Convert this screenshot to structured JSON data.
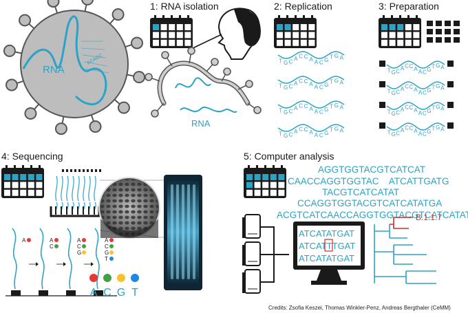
{
  "colors": {
    "accent": "#2aa3c6",
    "lineage": "#d42a2a",
    "dark": "#1a1a1a",
    "virus": "#bdbdbd"
  },
  "virus": {
    "label": "RNA",
    "letters": "ACAGC"
  },
  "steps": [
    {
      "label": "1: RNA isolation",
      "rna_label": "RNA"
    },
    {
      "label": "2: Replication"
    },
    {
      "label": "3: Preparation"
    },
    {
      "label": "4: Sequencing"
    },
    {
      "label": "5: Computer analysis"
    }
  ],
  "strand_letters": "TGCACCAACGTGA",
  "sequencing": {
    "strand_bases": [
      [
        "A"
      ],
      [
        "A",
        "C"
      ],
      [
        "A",
        "C",
        "G"
      ],
      [
        "A",
        "C",
        "G",
        "T"
      ]
    ],
    "bases": [
      {
        "letter": "A",
        "color": "#e53935"
      },
      {
        "letter": "C",
        "color": "#43a047"
      },
      {
        "letter": "G",
        "color": "#fbc02d"
      },
      {
        "letter": "T",
        "color": "#1e88e5"
      }
    ]
  },
  "analysis": {
    "reads": [
      "AGGTGGTACGTCATCAT",
      "CAACCAGGTGGTAC    ATCATTGATG",
      "TACGTCATCATAT",
      "CCAGGTGGTACGTCATCATATGA",
      "ACGTCATCAACCAGGTGGTACGTCATCATATGATG"
    ],
    "screen_lines": [
      "ATCATATGAT",
      "ATCATTTGAT",
      "ATCATATGAT"
    ],
    "lineage": "B.1.1.7"
  },
  "credits": "Credits: Zsofia Keszei, Thomas Winkler-Penz, Andreas Bergthaler (CeMM)"
}
